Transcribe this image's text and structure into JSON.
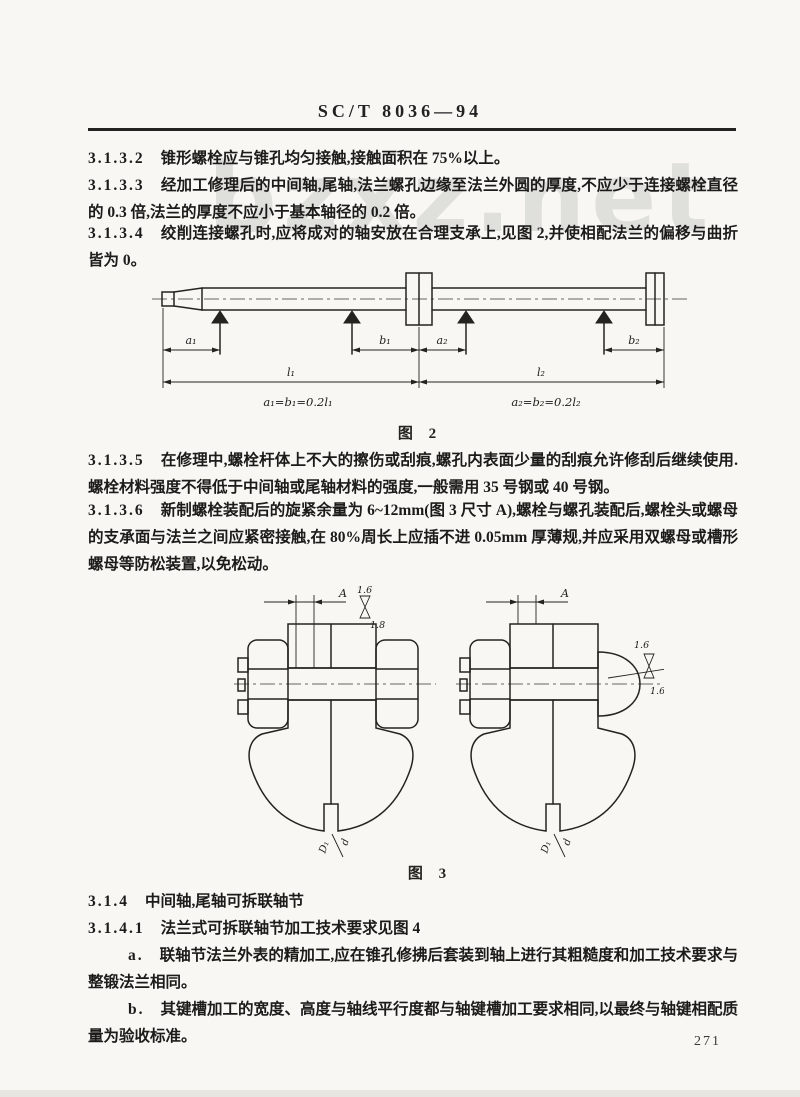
{
  "page": {
    "header": "SC/T 8036—94",
    "page_number": "271",
    "watermark": "bzxz.net"
  },
  "sections": [
    {
      "num": "3.1.3.2",
      "text": "锥形螺栓应与锥孔均匀接触,接触面积在 75%以上。"
    },
    {
      "num": "3.1.3.3",
      "text": "经加工修理后的中间轴,尾轴,法兰螺孔边缘至法兰外圆的厚度,不应少于连接螺栓直径的 0.3 倍,法兰的厚度不应小于基本轴径的 0.2 倍。"
    },
    {
      "num": "3.1.3.4",
      "text": "绞削连接螺孔时,应将成对的轴安放在合理支承上,见图 2,并使相配法兰的偏移与曲折皆为 0。"
    },
    {
      "num": "3.1.3.5",
      "text": "在修理中,螺栓杆体上不大的擦伤或刮痕,螺孔内表面少量的刮痕允许修刮后继续使用.螺栓材料强度不得低于中间轴或尾轴材料的强度,一般需用 35 号钢或 40 号钢。"
    },
    {
      "num": "3.1.3.6",
      "text": "新制螺栓装配后的旋紧余量为 6~12mm(图 3 尺寸 A),螺栓与螺孔装配后,螺栓头或螺母的支承面与法兰之间应紧密接触,在 80%周长上应插不进 0.05mm 厚薄规,并应采用双螺母或槽形螺母等防松装置,以免松动。"
    },
    {
      "num": "3.1.4",
      "text": "中间轴,尾轴可拆联轴节"
    },
    {
      "num": "3.1.4.1",
      "text": "法兰式可拆联轴节加工技术要求见图 4"
    },
    {
      "num": "a.",
      "text": "联轴节法兰外表的精加工,应在锥孔修拂后套装到轴上进行其粗糙度和加工技术要求与整锻法兰相同。"
    },
    {
      "num": "b.",
      "text": "其键槽加工的宽度、高度与轴线平行度都与轴键槽加工要求相同,以最终与轴键相配质量为验收标准。"
    }
  ],
  "figure2": {
    "caption": "图 2",
    "dims": {
      "a1": "a₁",
      "b1": "b₁",
      "a2": "a₂",
      "b2": "b₂",
      "l1": "l₁",
      "l2": "l₂"
    },
    "formula_left": "a₁=b₁=0.2l₁",
    "formula_right": "a₂=b₂=0.2l₂"
  },
  "figure3": {
    "caption": "图 3",
    "left": {
      "dim_a": "A",
      "rough_top": "1.6",
      "rough_bottom": "1.8",
      "label_D": "D₁",
      "label_d": "d"
    },
    "right": {
      "dim_a": "A",
      "rough_top": "1.6",
      "rough_bottom": "1.6",
      "label_D": "D₁",
      "label_d": "d"
    }
  }
}
